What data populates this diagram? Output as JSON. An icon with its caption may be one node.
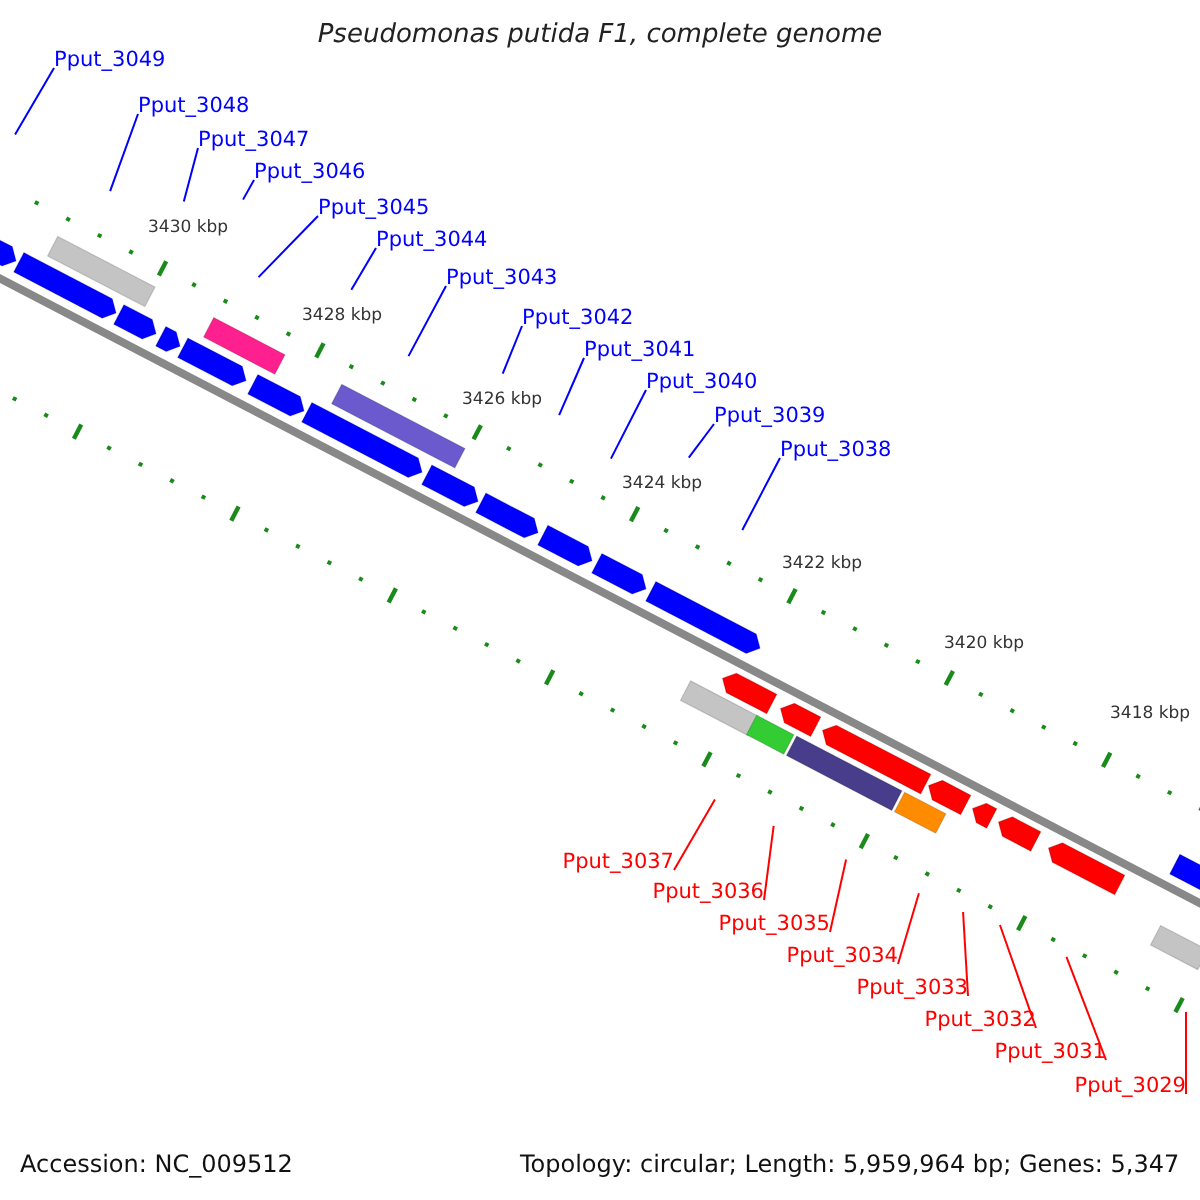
{
  "diagram": {
    "title": "Pseudomonas putida F1, complete genome",
    "nodes": [
      {
        "text": [
          "Pput_3049"
        ]
      },
      {
        "text": [
          "Pput_3048"
        ]
      },
      {
        "text": [
          "Pput_3047"
        ]
      },
      {
        "text": [
          "Pput_3046"
        ]
      },
      {
        "text": [
          "Pput_3045"
        ]
      },
      {
        "text": [
          "Pput_3044"
        ]
      },
      {
        "text": [
          "Pput_3043"
        ]
      },
      {
        "text": [
          "Pput_3042"
        ]
      },
      {
        "text": [
          "Pput_3041"
        ]
      },
      {
        "text": [
          "Pput_3040"
        ]
      },
      {
        "text": [
          "Pput_3039"
        ]
      },
      {
        "text": [
          "Pput_3038"
        ]
      },
      {
        "text": [
          "Pput_3037"
        ]
      },
      {
        "text": [
          "Pput_3036"
        ]
      },
      {
        "text": [
          "Pput_3035"
        ]
      },
      {
        "text": [
          "Pput_3034"
        ]
      },
      {
        "text": [
          "Pput_3033"
        ]
      },
      {
        "text": [
          "Pput_3032"
        ]
      },
      {
        "text": [
          "Pput_3031"
        ]
      },
      {
        "text": [
          "Pput_3029"
        ]
      }
    ],
    "edges": [
      {
        "from": 0,
        "to": null,
        "arrow": "none"
      },
      {
        "from": 1,
        "to": null,
        "arrow": "none"
      },
      {
        "from": 2,
        "to": null,
        "arrow": "none"
      },
      {
        "from": 3,
        "to": null,
        "arrow": "none"
      },
      {
        "from": 4,
        "to": null,
        "arrow": "none"
      },
      {
        "from": 5,
        "to": null,
        "arrow": "none"
      },
      {
        "from": 6,
        "to": null,
        "arrow": "none"
      },
      {
        "from": 7,
        "to": null,
        "arrow": "none"
      },
      {
        "from": 8,
        "to": null,
        "arrow": "none"
      },
      {
        "from": 9,
        "to": null,
        "arrow": "none"
      },
      {
        "from": 10,
        "to": null,
        "arrow": "none"
      },
      {
        "from": 11,
        "to": null,
        "arrow": "none"
      },
      {
        "from": 12,
        "to": null,
        "arrow": "none",
        "color": "#ff0000"
      },
      {
        "from": 13,
        "to": null,
        "arrow": "none",
        "color": "#ff0000"
      },
      {
        "from": 14,
        "to": null,
        "arrow": "none",
        "color": "#ff0000"
      },
      {
        "from": 15,
        "to": null,
        "arrow": "none",
        "color": "#ff0000"
      },
      {
        "from": 16,
        "to": null,
        "arrow": "none",
        "color": "#ff0000"
      },
      {
        "from": 17,
        "to": null,
        "arrow": "none",
        "color": "#ff0000"
      },
      {
        "from": 18,
        "to": null,
        "arrow": "none",
        "color": "#ff0000"
      },
      {
        "from": 19,
        "to": null,
        "arrow": "none",
        "color": "#ff0000"
      }
    ],
    "labels": [
      "3430 kbp",
      "3428 kbp",
      "3426 kbp",
      "3424 kbp",
      "3422 kbp",
      "3420 kbp",
      "3418 kbp",
      "Accession: NC_009512",
      "Topology: circular; Length: 5,959,964 bp; Genes: 5,347"
    ]
  }
}
